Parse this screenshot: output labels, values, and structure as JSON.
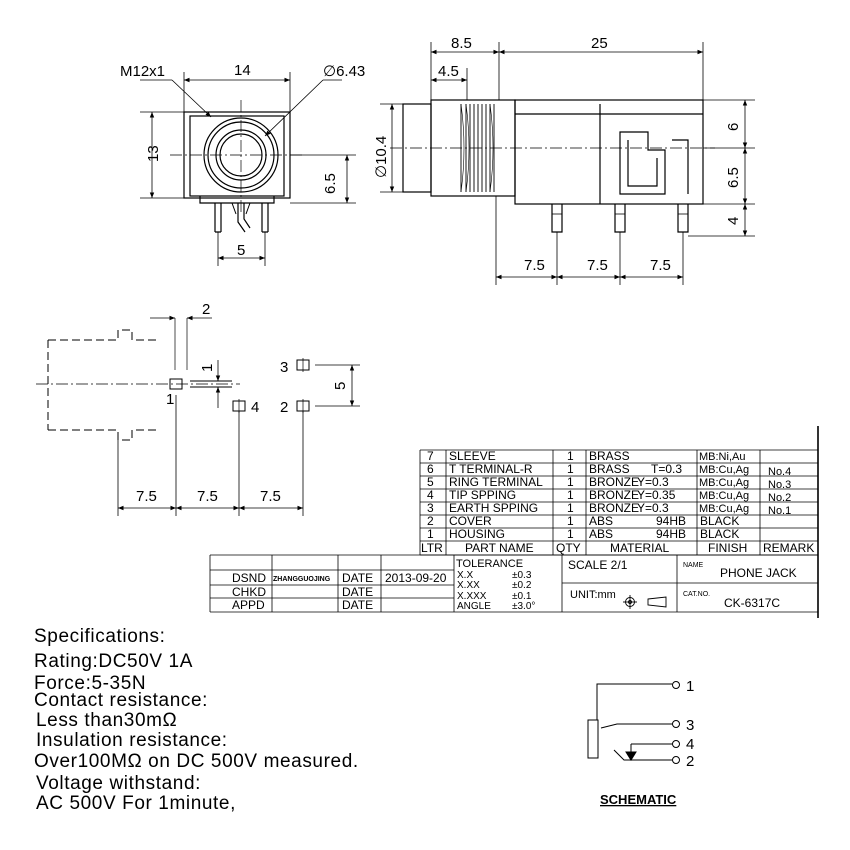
{
  "front_view": {
    "thread_label": "M12x1",
    "width": "14",
    "hole_dia": "∅6.43",
    "height": "13",
    "center_height": "6.5",
    "pin_spacing": "5"
  },
  "side_view": {
    "dim_a": "8.5",
    "dim_b": "4.5",
    "length": "25",
    "body_dia": "∅10.4",
    "right_dims": [
      "6",
      "6.5",
      "4"
    ],
    "pin_pitches": [
      "7.5",
      "7.5",
      "7.5"
    ]
  },
  "pcb_layout": {
    "top_dim": "2",
    "small_dim": "1",
    "vertical_dim": "5",
    "pin_labels": [
      "1",
      "3",
      "4",
      "2"
    ],
    "bottom_dims": [
      "7.5",
      "7.5",
      "7.5"
    ]
  },
  "parts_table": {
    "rows": [
      {
        "ltr": "7",
        "name": "SLEEVE",
        "qty": "1",
        "material": "BRASS",
        "mat_note": "",
        "finish": "MB:Ni,Au",
        "remark": ""
      },
      {
        "ltr": "6",
        "name": "T TERMINAL-R",
        "qty": "1",
        "material": "BRASS",
        "mat_note": "T=0.3",
        "finish": "MB:Cu,Ag",
        "remark": "No.4"
      },
      {
        "ltr": "5",
        "name": "RING TERMINAL",
        "qty": "1",
        "material": "BRONZE",
        "mat_note": "Y=0.3",
        "finish": "MB:Cu,Ag",
        "remark": "No.3"
      },
      {
        "ltr": "4",
        "name": "TIP SPPING",
        "qty": "1",
        "material": "BRONZE",
        "mat_note": "Y=0.35",
        "finish": "MB:Cu,Ag",
        "remark": "No.2"
      },
      {
        "ltr": "3",
        "name": "EARTH SPPING",
        "qty": "1",
        "material": "BRONZE",
        "mat_note": "Y=0.3",
        "finish": "MB:Cu,Ag",
        "remark": "No.1"
      },
      {
        "ltr": "2",
        "name": "COVER",
        "qty": "1",
        "material": "ABS",
        "mat_note": "94HB",
        "finish": "BLACK",
        "remark": ""
      },
      {
        "ltr": "1",
        "name": "HOUSING",
        "qty": "1",
        "material": "ABS",
        "mat_note": "94HB",
        "finish": "BLACK",
        "remark": ""
      }
    ],
    "headers": {
      "ltr": "LTR",
      "name": "PART NAME",
      "qty": "QTY",
      "material": "MATERIAL",
      "finish": "FINISH",
      "remark": "REMARK"
    }
  },
  "title_block": {
    "dsnd_label": "DSND",
    "dsnd_name": "ZHANGGUOJING",
    "chkd_label": "CHKD",
    "appd_label": "APPD",
    "date_label": "DATE",
    "date_value": "2013-09-20",
    "tolerance_title": "TOLERANCE",
    "tolerances": [
      {
        "k": "X.X",
        "v": "±0.3"
      },
      {
        "k": "X.XX",
        "v": "±0.2"
      },
      {
        "k": "X.XXX",
        "v": "±0.1"
      },
      {
        "k": "ANGLE",
        "v": "±3.0°"
      }
    ],
    "scale": "SCALE 2/1",
    "unit": "UNIT:mm",
    "name_label": "NAME",
    "name_value": "PHONE JACK",
    "catno_label": "CAT.NO.",
    "catno_value": "CK-6317C"
  },
  "specs": {
    "title": "Specifications:",
    "lines": [
      "Rating:DC50V 1A",
      "Force:5-35N",
      "Contact resistance:",
      "Less than30mΩ",
      "Insulation resistance:",
      "Over100MΩ on DC  500V  measured.",
      "Voltage withstand:",
      "AC 500V  For 1minute,"
    ]
  },
  "schematic": {
    "pins": [
      "1",
      "3",
      "4",
      "2"
    ],
    "caption": "SCHEMATIC"
  }
}
